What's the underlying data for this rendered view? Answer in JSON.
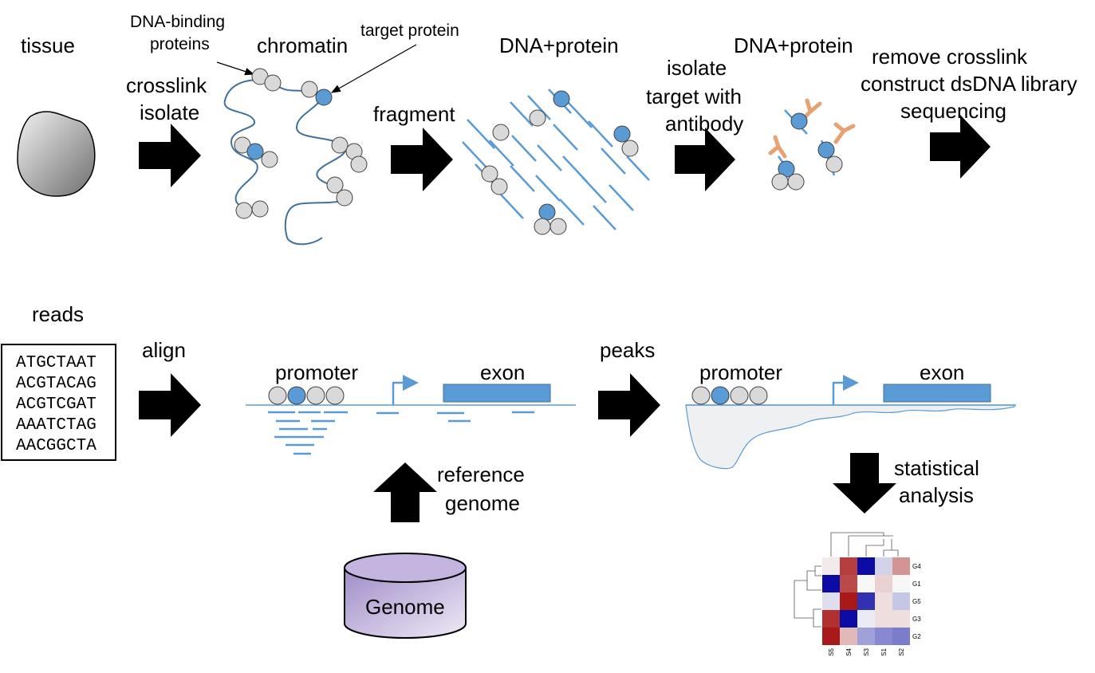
{
  "colors": {
    "blue": "#5b9bd5",
    "dark_blue_strand": "#41719c",
    "gray_protein": "#d9d9d9",
    "gray_outline": "#404040",
    "antibody": "#f4b183",
    "arrow": "#000000",
    "peak_fill": "#eef0f2",
    "genome_top": "#b4a7d6",
    "genome_bottom": "#e6e0f0",
    "heatmap_low": "#0000a0",
    "heatmap_mid": "#f7f7f7",
    "heatmap_high": "#a00000"
  },
  "top_row": {
    "tissue_label": "tissue",
    "step1_label_line1": "crosslink",
    "step1_label_line2": "isolate",
    "dna_binding_label_line1": "DNA-binding",
    "dna_binding_label_line2": "proteins",
    "chromatin_label": "chromatin",
    "target_protein_label": "target protein",
    "fragment_label": "fragment",
    "dna_protein_label_1": "DNA+protein",
    "isolate_label_line1": "isolate",
    "isolate_label_line2": "target with",
    "isolate_label_line3": "antibody",
    "dna_protein_label_2": "DNA+protein",
    "final_label_line1": "remove crosslink",
    "final_label_line2": "construct dsDNA library",
    "final_label_line3": "sequencing"
  },
  "bottom_row": {
    "reads_label": "reads",
    "reads": [
      "ATGCTAAT",
      "ACGTACAG",
      "ACGTCGAT",
      "AAATCTAG",
      "AACGGCTA"
    ],
    "align_label": "align",
    "promoter_label_1": "promoter",
    "exon_label_1": "exon",
    "reference_label_line1": "reference",
    "reference_label_line2": "genome",
    "genome_label": "Genome",
    "peaks_label": "peaks",
    "promoter_label_2": "promoter",
    "exon_label_2": "exon",
    "statistical_label_line1": "statistical",
    "statistical_label_line2": "analysis"
  },
  "heatmap": {
    "rows": [
      "G4",
      "G1",
      "G5",
      "G3",
      "G2"
    ],
    "columns": [
      "S5",
      "S4",
      "S3",
      "S1",
      "S2"
    ],
    "values": [
      [
        0.05,
        0.75,
        -0.95,
        -0.15,
        0.4
      ],
      [
        -0.95,
        0.7,
        0.0,
        0.15,
        0.0
      ],
      [
        -0.1,
        0.9,
        -0.8,
        0.1,
        -0.2
      ],
      [
        0.8,
        -0.95,
        -0.05,
        0.1,
        0.1
      ],
      [
        0.9,
        0.25,
        -0.35,
        -0.45,
        -0.5
      ]
    ]
  }
}
